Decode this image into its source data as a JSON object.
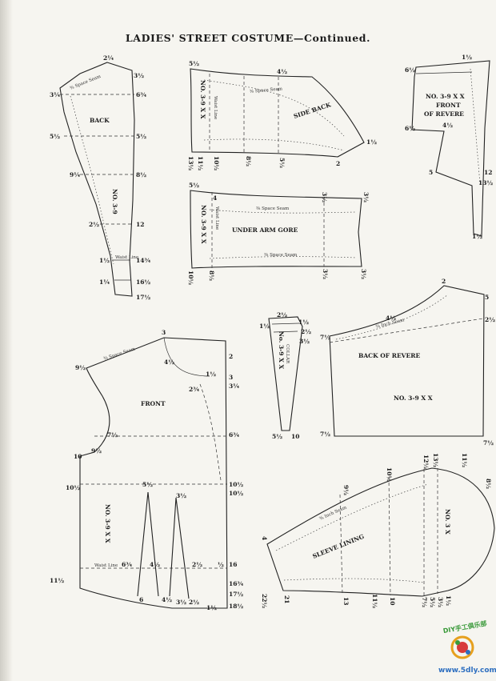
{
  "title": "LADIES' STREET COSTUME—Continued.",
  "pieces": {
    "back": {
      "name": "BACK",
      "number": "NO. 3-9",
      "seam": "⅜ Space Seam",
      "waist": "Waist Line",
      "nums": [
        "2¼",
        "3½",
        "3¼",
        "6¾",
        "5½",
        "5½",
        "9¼",
        "8½",
        "2½",
        "12",
        "1½",
        "14¾",
        "1¼",
        "16½",
        "17½"
      ]
    },
    "side_back": {
      "name": "SIDE BACK",
      "number": "NO. 3-9 X X",
      "seam": "⅜ Space Seam",
      "waist": "Waist Line",
      "nums": [
        "5½",
        "4½",
        "1½",
        "13½",
        "11½",
        "10½",
        "8½",
        "5½",
        "2"
      ]
    },
    "front_revere": {
      "name": "FRONT OF REVERE",
      "number": "NO. 3-9 X X",
      "nums": [
        "1½",
        "6½",
        "6½",
        "4½",
        "5",
        "12",
        "13½",
        "1½"
      ]
    },
    "under_arm": {
      "name": "UNDER ARM GORE",
      "number": "NO. 3-9 X X",
      "seam": "⅜ Space Seam",
      "waist": "Waist Line",
      "nums": [
        "5½",
        "4",
        "3½",
        "3½",
        "10½",
        "8½",
        "3½",
        "3½"
      ]
    },
    "collar": {
      "name": "COLLAR",
      "number": "No. 3-9 X X",
      "nums": [
        "2½",
        "1½",
        "1½",
        "2½",
        "3½",
        "5½",
        "10"
      ]
    },
    "back_revere": {
      "name": "BACK OF REVERE",
      "number": "NO. 3-9 X X",
      "seam": "⅜ Inch Seam",
      "nums": [
        "2",
        "4½",
        "7½",
        "5",
        "2½",
        "7½",
        "7½"
      ]
    },
    "front": {
      "name": "FRONT",
      "number": "NO. 3-9 X X",
      "seam": "⅜ Space Seam",
      "waist": "Waist Line",
      "nums": [
        "3",
        "9½",
        "4½",
        "1½",
        "2¾",
        "2",
        "3",
        "3¼",
        "7½",
        "6¾",
        "10",
        "9½",
        "10½",
        "5½",
        "10½",
        "3½",
        "10½",
        "6¾",
        "4½",
        "2½",
        "½",
        "16",
        "11½",
        "6",
        "4½",
        "3½",
        "2½",
        "1½",
        "16¾",
        "17½",
        "18½"
      ]
    },
    "sleeve": {
      "name": "SLEEVE LINING",
      "number": "NO. 3 X",
      "seam": "⅜ Inch Seam",
      "nums": [
        "12½",
        "13½",
        "11½",
        "10½",
        "9½",
        "8½",
        "4",
        "22½",
        "21",
        "13",
        "11½",
        "10",
        "7½",
        "5½",
        "3½",
        "1½"
      ]
    }
  },
  "watermark": {
    "site": "www.5dly.com",
    "logo_chars": "DIY手工俱乐部"
  }
}
